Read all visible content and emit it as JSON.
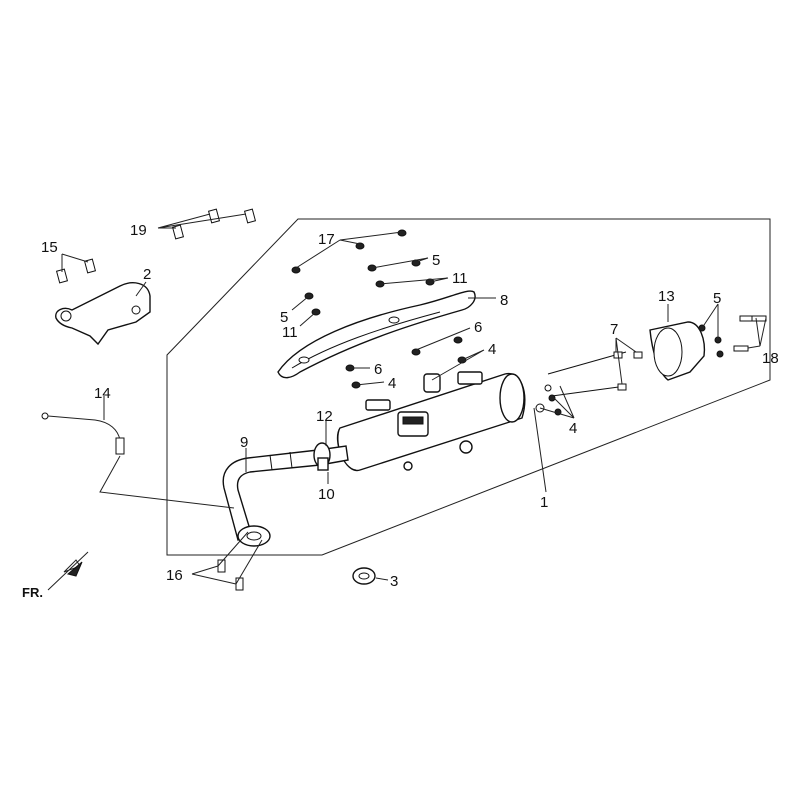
{
  "diagram": {
    "labels": {
      "l1": "1",
      "l2": "2",
      "l3": "3",
      "l4a": "4",
      "l4b": "4",
      "l4c": "4",
      "l5a": "5",
      "l5b": "5",
      "l5c": "5",
      "l6a": "6",
      "l6b": "6",
      "l7": "7",
      "l8": "8",
      "l9": "9",
      "l10": "10",
      "l11a": "11",
      "l11b": "11",
      "l12": "12",
      "l13": "13",
      "l14": "14",
      "l15": "15",
      "l16": "16",
      "l17": "17",
      "l18": "18",
      "l19": "19"
    },
    "front_marker": "FR."
  }
}
